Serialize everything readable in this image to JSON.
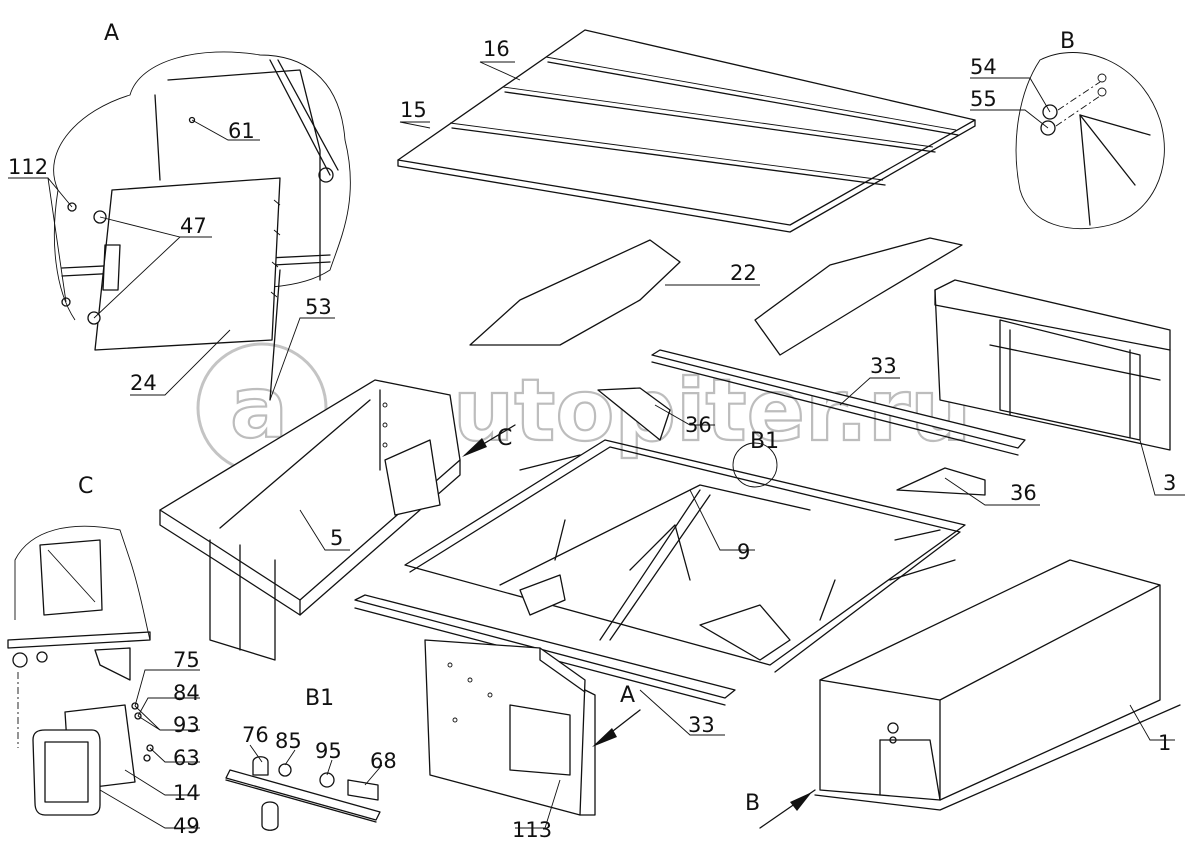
{
  "watermark": {
    "text": "autopiter.ru",
    "logo_glyph": "a"
  },
  "view_labels": {
    "A": "A",
    "B": "B",
    "C": "C",
    "B1": "B1",
    "arrow_C": "C",
    "arrow_B1": "B1",
    "arrow_A": "A",
    "arrow_B": "B"
  },
  "callouts": {
    "p61": "61",
    "p112": "112",
    "p47": "47",
    "p53": "53",
    "p24": "24",
    "p16": "16",
    "p15": "15",
    "p22": "22",
    "p54": "54",
    "p55": "55",
    "p33a": "33",
    "p36a": "36",
    "p36b": "36",
    "p3": "3",
    "p5": "5",
    "p9": "9",
    "p1": "1",
    "p33b": "33",
    "p113": "113",
    "p75": "75",
    "p84": "84",
    "p93": "93",
    "p63": "63",
    "p14": "14",
    "p49": "49",
    "p76": "76",
    "p85": "85",
    "p95": "95",
    "p68": "68"
  }
}
